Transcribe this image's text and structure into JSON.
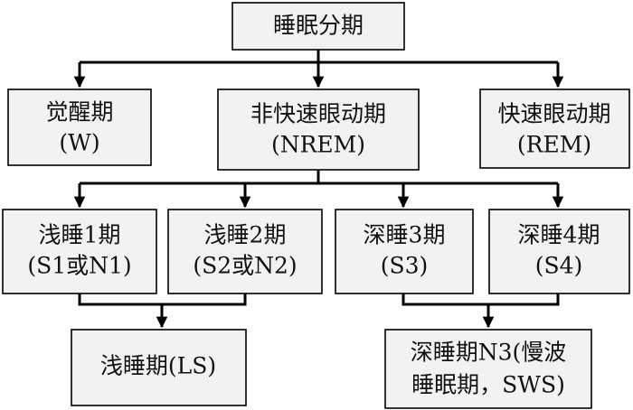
{
  "nodes": {
    "root": {
      "lines": [
        "睡眠分期"
      ]
    },
    "wake": {
      "lines": [
        "觉醒期",
        "(W)"
      ]
    },
    "nrem": {
      "lines": [
        "非快速眼动期",
        "(NREM)"
      ]
    },
    "rem": {
      "lines": [
        "快速眼动期",
        "(REM)"
      ]
    },
    "s1": {
      "lines": [
        "浅睡1期",
        "(S1或N1)"
      ]
    },
    "s2": {
      "lines": [
        "浅睡2期",
        "(S2或N2)"
      ]
    },
    "s3": {
      "lines": [
        "深睡3期",
        "(S3)"
      ]
    },
    "s4": {
      "lines": [
        "深睡4期",
        "(S4)"
      ]
    },
    "ls": {
      "lines": [
        "浅睡期(LS)"
      ]
    },
    "sws": {
      "lines": [
        "深睡期N3(慢波",
        "睡眠期，SWS)"
      ]
    }
  },
  "colors": {
    "box_fill": "#f2f2f2",
    "line": "#000000"
  }
}
